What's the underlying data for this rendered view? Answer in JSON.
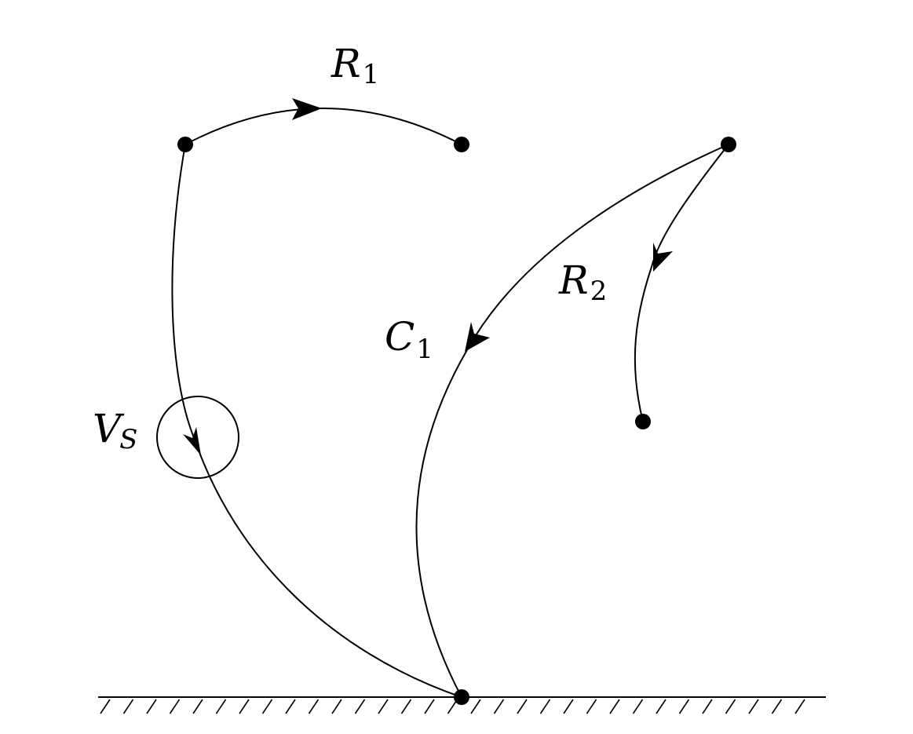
{
  "diagram": {
    "labels": {
      "r1": {
        "main": "R",
        "sub": "1"
      },
      "r2": {
        "main": "R",
        "sub": "2"
      },
      "c1": {
        "main": "C",
        "sub": "1"
      },
      "vs": {
        "main": "V",
        "sub": "S"
      }
    },
    "colors": {
      "ink": "#000000",
      "background": "#ffffff"
    }
  }
}
